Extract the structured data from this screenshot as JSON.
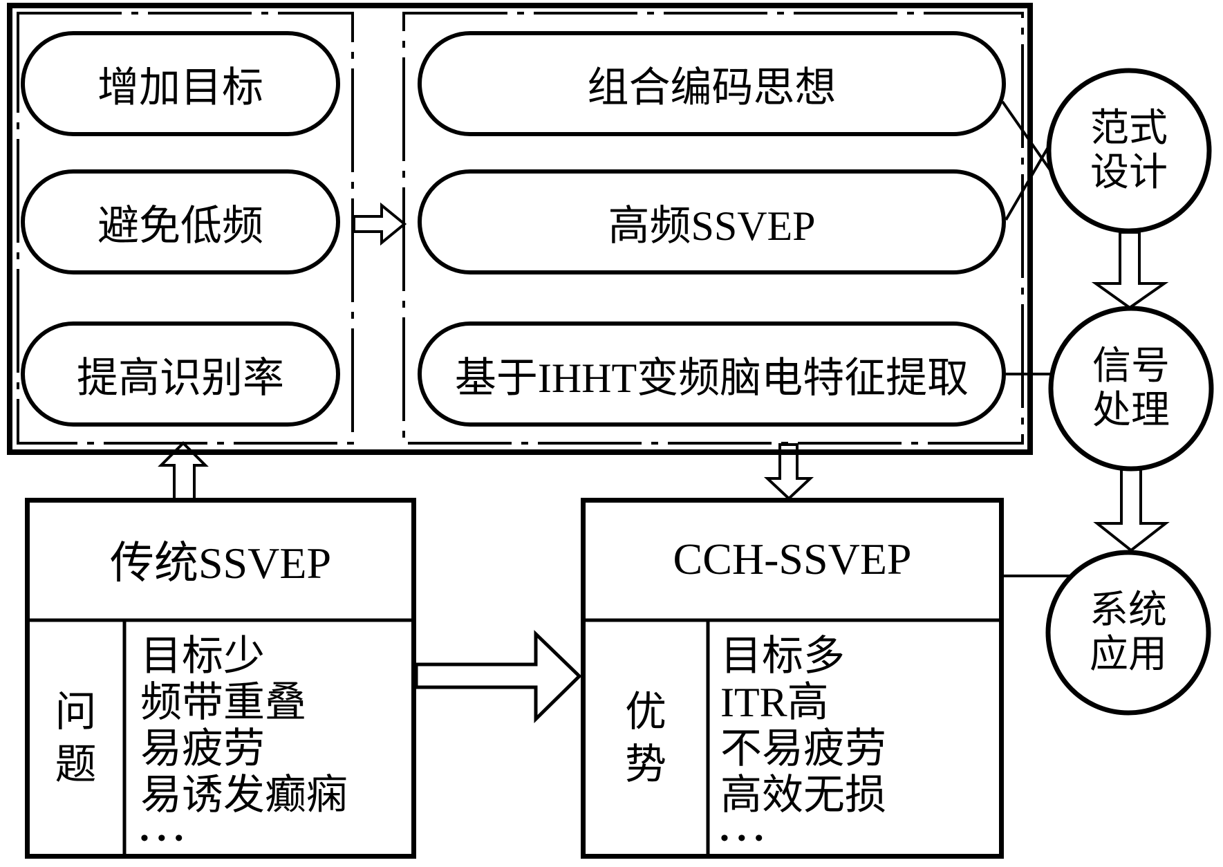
{
  "figure": {
    "ink": "#000000",
    "background": "#ffffff"
  },
  "paradigm_panel": {
    "goals": {
      "add_targets": "增加目标",
      "avoid_low_freq": "避免低频",
      "improve_recognition": "提高识别率"
    },
    "methods": {
      "combined_coding": "组合编码思想",
      "high_freq_ssvep": "高频SSVEP",
      "ihht_feature": "基于IHHT变频脑电特征提取"
    }
  },
  "stages": {
    "paradigm_design": {
      "line1": "范式",
      "line2": "设计"
    },
    "signal_processing": {
      "line1": "信号",
      "line2": "处理"
    },
    "system_application": {
      "line1": "系统",
      "line2": "应用"
    }
  },
  "traditional_ssvep": {
    "title": "传统SSVEP",
    "label_line1": "问",
    "label_line2": "题",
    "items": [
      "目标少",
      "频带重叠",
      "易疲劳",
      "易诱发癫痫",
      "•••"
    ]
  },
  "cch_ssvep": {
    "title": "CCH-SSVEP",
    "label_line1": "优",
    "label_line2": "势",
    "items": [
      "目标多",
      "ITR高",
      "不易疲劳",
      "高效无损",
      "•••"
    ]
  }
}
